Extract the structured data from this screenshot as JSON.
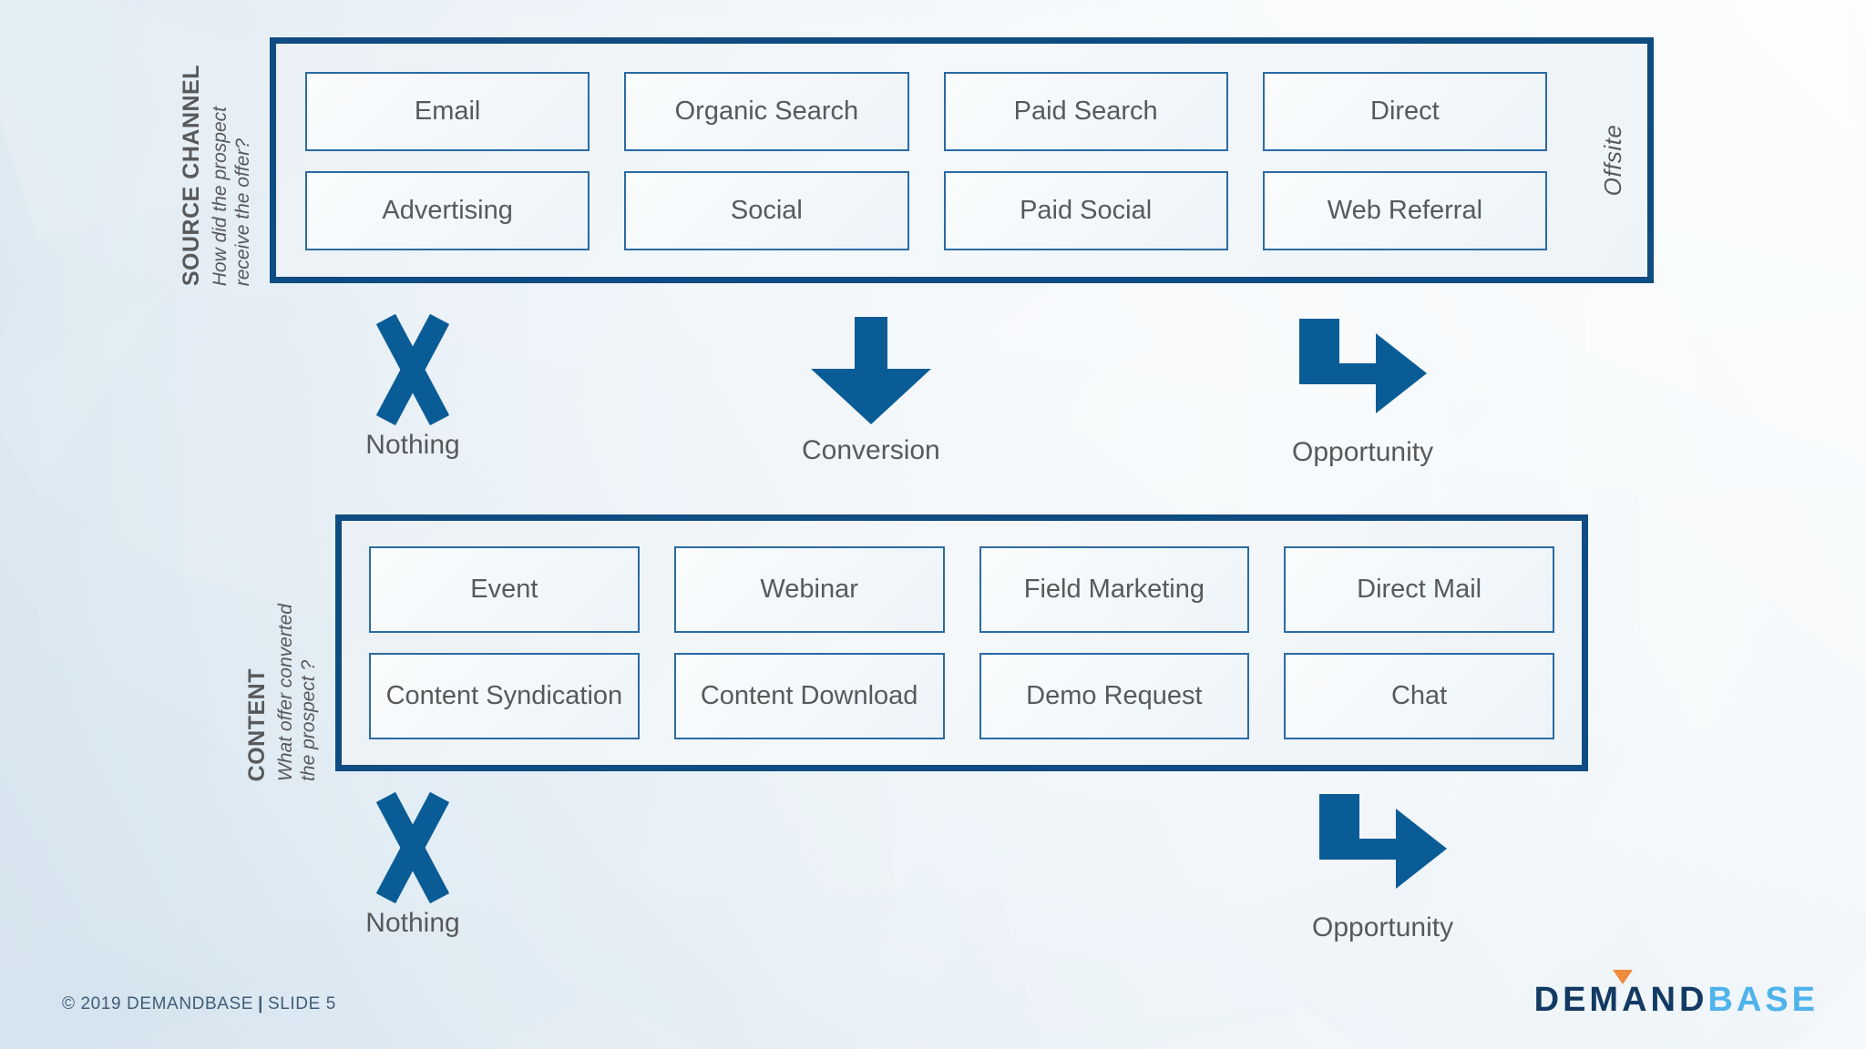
{
  "slide": {
    "background_color": "#eaf2f8",
    "accent_dark_blue": "#0f4c81",
    "accent_cell_blue": "#2a6ba3",
    "icon_blue": "#0a5c96",
    "text_gray": "#58595b"
  },
  "source_channel": {
    "title": "SOURCE CHANNEL",
    "subtitle": "How did the prospect\nreceive the offer?",
    "side_label": "Offsite",
    "cells": [
      "Email",
      "Organic Search",
      "Paid Search",
      "Direct",
      "Advertising",
      "Social",
      "Paid Social",
      "Web Referral"
    ]
  },
  "content": {
    "title": "CONTENT",
    "subtitle": "What offer converted\nthe prospect ?",
    "cells": [
      "Event",
      "Webinar",
      "Field Marketing",
      "Direct Mail",
      "Content Syndication",
      "Content Download",
      "Demo Request",
      "Chat"
    ]
  },
  "flow_markers": {
    "source_row": [
      {
        "icon": "x-mark-icon",
        "label": "Nothing"
      },
      {
        "icon": "arrow-down-icon",
        "label": "Conversion"
      },
      {
        "icon": "arrow-bent-right-icon",
        "label": "Opportunity"
      }
    ],
    "content_row": [
      {
        "icon": "x-mark-icon",
        "label": "Nothing"
      },
      {
        "icon": "arrow-bent-right-icon",
        "label": "Opportunity"
      }
    ]
  },
  "footer": {
    "copyright": "© 2019 DEMANDBASE",
    "separator": "|",
    "slide_number": "SLIDE 5",
    "logo": {
      "part_dark": "DEMAND",
      "part_light": "BASE",
      "triangle_color": "#f08a3c"
    }
  }
}
